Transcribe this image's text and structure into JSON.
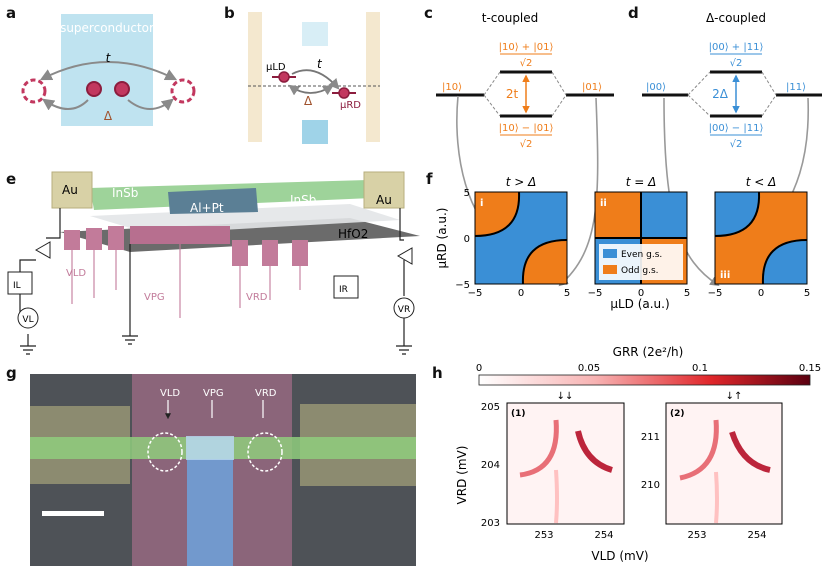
{
  "colors": {
    "superconductor": "#bfe3f0",
    "dot": "#c2385f",
    "orange": "#ef7d1a",
    "blue": "#3a8fd6",
    "gate_pink": "#c27b9a",
    "au": "#d8d1a6",
    "nanowire": "#9ed39a",
    "heat_red": "#b0001a"
  },
  "panels": {
    "a": {
      "label": "a",
      "superconductor": "superconductor",
      "t": "t",
      "delta": "Δ"
    },
    "b": {
      "label": "b",
      "mu_ld": "μLD",
      "mu_rd": "μRD",
      "t": "t",
      "delta": "Δ"
    },
    "c": {
      "label": "c",
      "title": "t-coupled",
      "state_left": "|10⟩",
      "state_right": "|01⟩",
      "upper_num": "|10⟩ + |01⟩",
      "lower_num": "|10⟩ − |01⟩",
      "sqrt2": "√2",
      "gap": "2t"
    },
    "d": {
      "label": "d",
      "title": "Δ-coupled",
      "state_left": "|00⟩",
      "state_right": "|11⟩",
      "upper_num": "|00⟩ + |11⟩",
      "lower_num": "|00⟩ − |11⟩",
      "sqrt2": "√2",
      "gap": "2Δ"
    },
    "e": {
      "label": "e",
      "au_left": "Au",
      "au_right": "Au",
      "insb_left": "InSb",
      "insb_right": "InSb",
      "alpt": "Al+Pt",
      "hfo2": "HfO2",
      "v_ld": "VLD",
      "v_pg": "VPG",
      "v_rd": "VRD",
      "i_l": "IL",
      "i_r": "IR",
      "v_l": "VL",
      "v_r": "VR"
    },
    "f": {
      "label": "f",
      "titles": [
        "t > Δ",
        "t = Δ",
        "t < Δ"
      ],
      "roman": [
        "i",
        "ii",
        "iii"
      ],
      "ylabel": "μRD (a.u.)",
      "xlabel": "μLD (a.u.)",
      "xticks": [
        "−5",
        "0",
        "5"
      ],
      "yticks": [
        "5",
        "0",
        "−5"
      ],
      "legend_even": "Even g.s.",
      "legend_odd": "Odd g.s."
    },
    "g": {
      "label": "g",
      "v_ld": "VLD",
      "v_pg": "VPG",
      "v_rd": "VRD"
    },
    "h": {
      "label": "h",
      "cbar_label": "GRR (2e²/h)",
      "cbar_ticks": [
        "0",
        "0.05",
        "0.1",
        "0.15"
      ],
      "ylabel": "VRD (mV)",
      "xlabel": "VLD (mV)",
      "p1": {
        "tag": "(1)",
        "spins": "↓↓",
        "xticks": [
          "253",
          "254"
        ],
        "yticks": [
          "205",
          "204",
          "203"
        ]
      },
      "p2": {
        "tag": "(2)",
        "spins": "↓↑",
        "xticks": [
          "253",
          "254"
        ],
        "yticks": [
          "211",
          "210"
        ]
      }
    }
  }
}
